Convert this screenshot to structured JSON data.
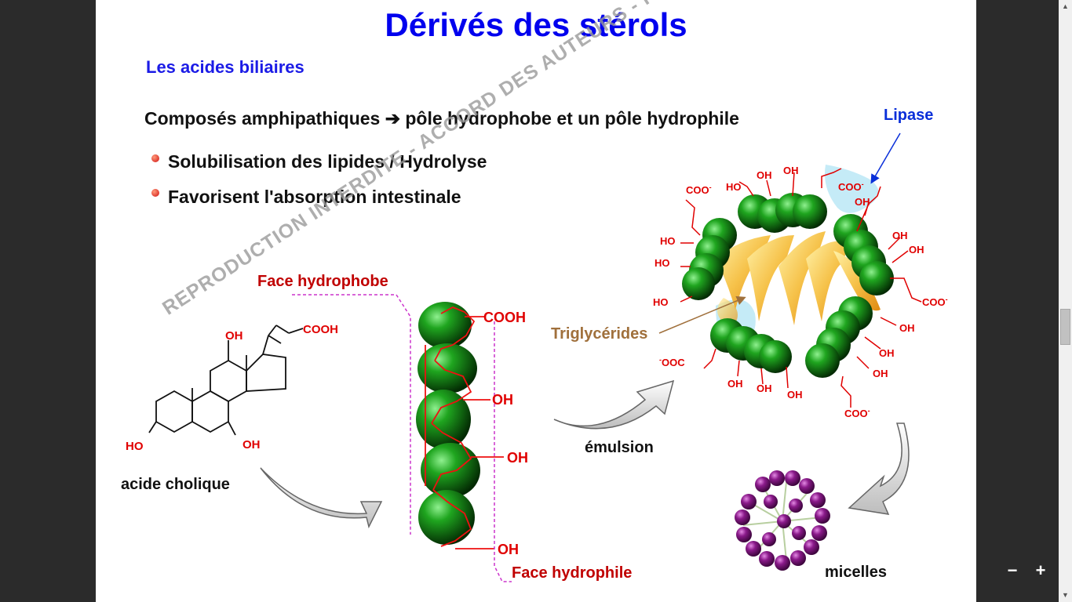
{
  "slide": {
    "title": "Dérivés des stérols",
    "subtitle": "Les acides biliaires",
    "main_text": "Composés amphipathiques ➔ pôle hydrophobe et un pôle hydrophile",
    "bullets": [
      "Solubilisation des lipides / Hydrolyse",
      "Favorisent l'absorption intestinale"
    ],
    "watermark": "REPRODUCTION INTERDITE - ACCORD DES AUTEURS - FACULTE DE MEDECIN - UNS"
  },
  "cholic_acid": {
    "name": "acide cholique",
    "groups": [
      "COOH",
      "OH",
      "HO",
      "OH"
    ]
  },
  "molecule_model": {
    "face_top": "Face hydrophobe",
    "face_bottom": "Face hydrophile",
    "groups": [
      "COOH",
      "OH",
      "OH",
      "OH"
    ]
  },
  "emulsion": {
    "arrow_label": "émulsion",
    "lipase_label": "Lipase",
    "triglycerides_label": "Triglycérides",
    "coo_label": "COO",
    "ooc_label": "OOC",
    "oh_label": "OH",
    "ho_label": "HO",
    "charge": "-"
  },
  "micelles": {
    "label": "micelles"
  },
  "colors": {
    "title": "#0000ee",
    "subtitle": "#1b1be6",
    "red_label": "#c00000",
    "group_red": "#e00000",
    "lipase": "#0a2fd9",
    "triglycerides": "#a0703c",
    "sphere_green": "#1a9a1a",
    "micelle_purple": "#8a1a8a",
    "face_line": "#cc33cc"
  },
  "controls": {
    "zoom_out": "−",
    "zoom_in": "+",
    "scroll_up": "▲",
    "scroll_down": "▼"
  }
}
